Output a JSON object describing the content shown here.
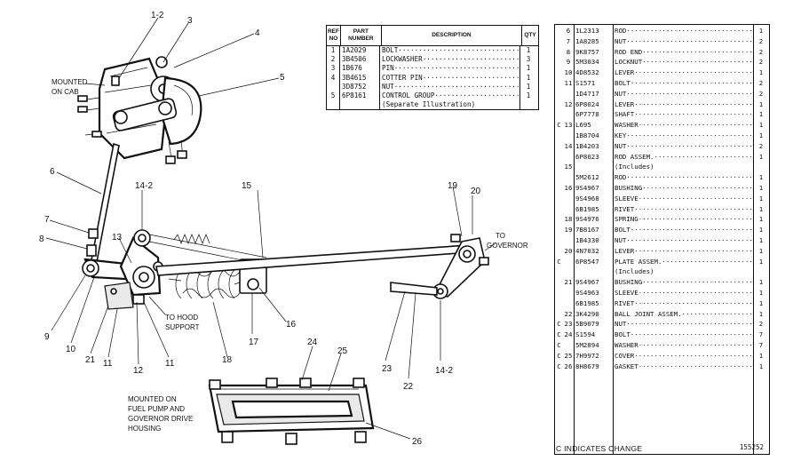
{
  "diagram": {
    "callouts": [
      {
        "id": "c1-2",
        "text": "1-2"
      },
      {
        "id": "c3",
        "text": "3"
      },
      {
        "id": "c4",
        "text": "4"
      },
      {
        "id": "c5",
        "text": "5"
      },
      {
        "id": "c6",
        "text": "6"
      },
      {
        "id": "c7",
        "text": "7"
      },
      {
        "id": "c8",
        "text": "8"
      },
      {
        "id": "c9",
        "text": "9"
      },
      {
        "id": "c10",
        "text": "10"
      },
      {
        "id": "c21",
        "text": "21"
      },
      {
        "id": "c11a",
        "text": "11"
      },
      {
        "id": "c12",
        "text": "12"
      },
      {
        "id": "c11b",
        "text": "11"
      },
      {
        "id": "c13",
        "text": "13"
      },
      {
        "id": "c14-2a",
        "text": "14-2"
      },
      {
        "id": "c15",
        "text": "15"
      },
      {
        "id": "c16",
        "text": "16"
      },
      {
        "id": "c17",
        "text": "17"
      },
      {
        "id": "c18",
        "text": "18"
      },
      {
        "id": "c19",
        "text": "19"
      },
      {
        "id": "c20",
        "text": "20"
      },
      {
        "id": "c23",
        "text": "23"
      },
      {
        "id": "c22",
        "text": "22"
      },
      {
        "id": "c14-2b",
        "text": "14-2"
      },
      {
        "id": "c24",
        "text": "24"
      },
      {
        "id": "c25",
        "text": "25"
      },
      {
        "id": "c26",
        "text": "26"
      }
    ],
    "notes": {
      "cab": [
        "MOUNTED",
        "ON CAB"
      ],
      "hood": [
        "TO HOOD",
        "SUPPORT"
      ],
      "governor": [
        "TO",
        "GOVERNOR"
      ],
      "pump": [
        "MOUNTED ON",
        "FUEL PUMP AND",
        "GOVERNOR DRIVE",
        "HOUSING"
      ]
    }
  },
  "table_top": {
    "headers": {
      "ref": [
        "REF",
        "NO"
      ],
      "part": [
        "PART",
        "NUMBER"
      ],
      "desc": "DESCRIPTION",
      "qty": "QTY"
    },
    "rows": [
      {
        "ref": "1",
        "pn": "1A2029",
        "desc": "BOLT·········································",
        "qty": "1"
      },
      {
        "ref": "2",
        "pn": "3B4506",
        "desc": "LOCKWASHER···································",
        "qty": "3"
      },
      {
        "ref": "3",
        "pn": "1B676",
        "desc": "PIN·········································",
        "qty": "1"
      },
      {
        "ref": "4",
        "pn": "3B4615",
        "desc": "COTTER PIN···································",
        "qty": "1"
      },
      {
        "ref": "",
        "pn": "3D8752",
        "desc": "NUT·········································",
        "qty": "1"
      },
      {
        "ref": "5",
        "pn": "6P8161",
        "desc": "CONTROL GROUP······························",
        "qty": "1"
      },
      {
        "ref": "",
        "pn": "",
        "desc": "(Separate Illustration)",
        "qty": ""
      }
    ]
  },
  "table_right": {
    "rows": [
      {
        "chg": "",
        "ref": "6",
        "pn": "1L2313",
        "desc": "ROD·········································",
        "qty": "1"
      },
      {
        "chg": "",
        "ref": "7",
        "pn": "1A8285",
        "desc": "NUT·········································",
        "qty": "2"
      },
      {
        "chg": "",
        "ref": "8",
        "pn": "9K8757",
        "desc": "ROD END·····································",
        "qty": "2"
      },
      {
        "chg": "",
        "ref": "9",
        "pn": "5M3034",
        "desc": "LOCKNUT·····································",
        "qty": "2"
      },
      {
        "chg": "",
        "ref": "10",
        "pn": "4D8532",
        "desc": "LEVER·······································",
        "qty": "1"
      },
      {
        "chg": "",
        "ref": "11",
        "pn": "S1571",
        "desc": "BOLT·······································",
        "qty": "2"
      },
      {
        "chg": "",
        "ref": "",
        "pn": "1D4717",
        "desc": "NUT·········································",
        "qty": "2"
      },
      {
        "chg": "",
        "ref": "12",
        "pn": "6P8024",
        "desc": "LEVER·······································",
        "qty": "1"
      },
      {
        "chg": "",
        "ref": "",
        "pn": "6P7778",
        "desc": "SHAFT·······································",
        "qty": "1"
      },
      {
        "chg": "C",
        "ref": "13",
        "pn": "L695",
        "desc": "WASHER······································",
        "qty": "1"
      },
      {
        "chg": "",
        "ref": "",
        "pn": "1B8704",
        "desc": "KEY·········································",
        "qty": "1"
      },
      {
        "chg": "",
        "ref": "14",
        "pn": "1B4203",
        "desc": "NUT·········································",
        "qty": "2"
      },
      {
        "chg": "",
        "ref": "",
        "pn": "6P8023",
        "desc": "ROD ASSEM.··································",
        "qty": "1"
      },
      {
        "chg": "",
        "ref": "15",
        "pn": "",
        "desc": "(Includes)",
        "qty": ""
      },
      {
        "chg": "",
        "ref": "",
        "pn": "5M2612",
        "desc": "ROD·······································",
        "qty": "1"
      },
      {
        "chg": "",
        "ref": "16",
        "pn": "9S4967",
        "desc": "BUSHING···································",
        "qty": "1"
      },
      {
        "chg": "",
        "ref": "",
        "pn": "9S4968",
        "desc": "SLEEVE····································",
        "qty": "1"
      },
      {
        "chg": "",
        "ref": "",
        "pn": "6B1985",
        "desc": "RIVET·····································",
        "qty": "1"
      },
      {
        "chg": "",
        "ref": "18",
        "pn": "9S4976",
        "desc": "SPRING······································",
        "qty": "1"
      },
      {
        "chg": "",
        "ref": "19",
        "pn": "7B8167",
        "desc": "BOLT········································",
        "qty": "1"
      },
      {
        "chg": "",
        "ref": "",
        "pn": "1B4330",
        "desc": "NUT·········································",
        "qty": "1"
      },
      {
        "chg": "",
        "ref": "20",
        "pn": "4N7032",
        "desc": "LEVER·······································",
        "qty": "1"
      },
      {
        "chg": "C",
        "ref": "",
        "pn": "6P8547",
        "desc": "PLATE ASSEM.································",
        "qty": "1"
      },
      {
        "chg": "",
        "ref": "",
        "pn": "",
        "desc": "(Includes)",
        "qty": ""
      },
      {
        "chg": "",
        "ref": "21",
        "pn": "9S4967",
        "desc": "BUSHING···································",
        "qty": "1"
      },
      {
        "chg": "",
        "ref": "",
        "pn": "9S4963",
        "desc": "SLEEVE····································",
        "qty": "1"
      },
      {
        "chg": "",
        "ref": "",
        "pn": "6B1985",
        "desc": "RIVET·····································",
        "qty": "1"
      },
      {
        "chg": "",
        "ref": "22",
        "pn": "3K4290",
        "desc": "BALL JOINT ASSEM.···························",
        "qty": "1"
      },
      {
        "chg": "C",
        "ref": "23",
        "pn": "5B9079",
        "desc": "NUT·········································",
        "qty": "2"
      },
      {
        "chg": "C",
        "ref": "24",
        "pn": "S1594",
        "desc": "BOLT········································",
        "qty": "7"
      },
      {
        "chg": "C",
        "ref": "",
        "pn": "5M2894",
        "desc": "WASHER······································",
        "qty": "7"
      },
      {
        "chg": "C",
        "ref": "25",
        "pn": "7H9972",
        "desc": "COVER·······································",
        "qty": "1"
      },
      {
        "chg": "C",
        "ref": "26",
        "pn": "8H8679",
        "desc": "GASKET······································",
        "qty": "1"
      }
    ],
    "figure_number": "155252",
    "legend": "C INDICATES CHANGE"
  }
}
